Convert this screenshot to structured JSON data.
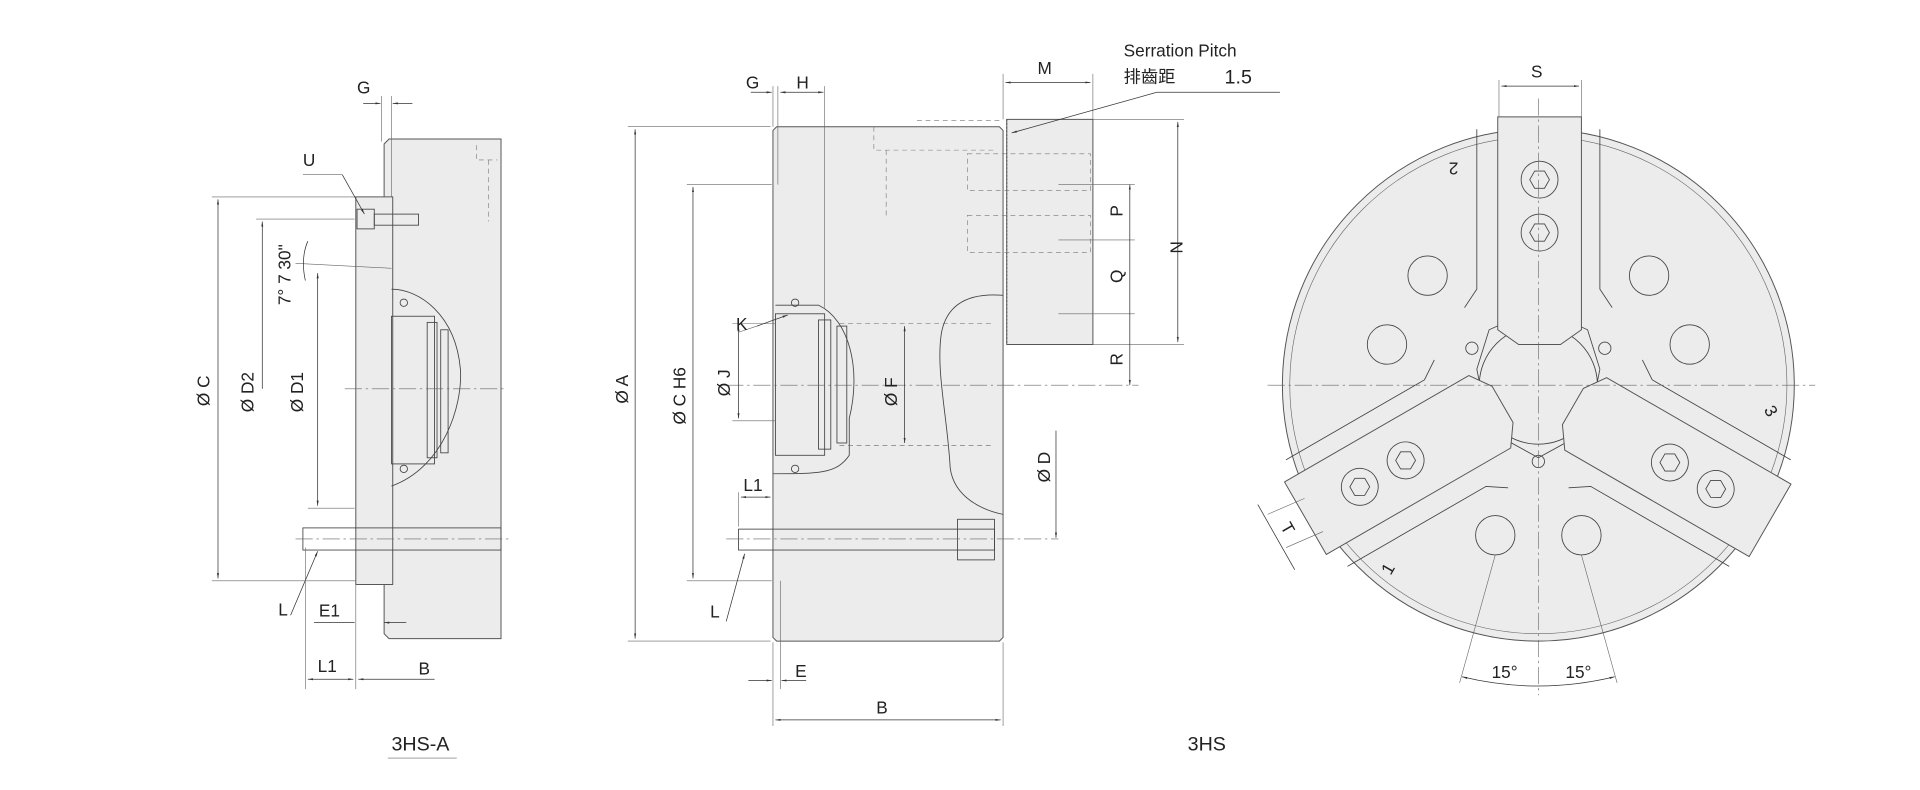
{
  "views": {
    "side_a": {
      "caption": "3HS-A",
      "labels": {
        "G": "G",
        "U": "U",
        "angle": "7° 7 30\"",
        "C": "Ø C",
        "D2": "Ø D2",
        "D1": "Ø D1",
        "L": "L",
        "E1": "E1",
        "L1": "L1",
        "B": "B"
      }
    },
    "side": {
      "labels": {
        "G": "G",
        "H": "H",
        "M": "M",
        "A": "Ø A",
        "CH6": "Ø C  H6",
        "J": "Ø J",
        "F": "Ø F",
        "K": "K",
        "D": "Ø D",
        "L1": "L1",
        "L": "L",
        "E": "E",
        "B": "B",
        "N": "N",
        "P": "P",
        "Q": "Q",
        "R": "R"
      },
      "serration": {
        "title": "Serration Pitch",
        "label_cn": "排齒距",
        "value": "1.5"
      }
    },
    "front": {
      "caption": "3HS",
      "labels": {
        "S": "S",
        "T": "T",
        "angle_left": "15°",
        "angle_right": "15°",
        "jaw1": "1",
        "jaw2": "2",
        "jaw3": "3"
      }
    }
  },
  "colors": {
    "fill": "#ececec",
    "line": "#444444"
  }
}
